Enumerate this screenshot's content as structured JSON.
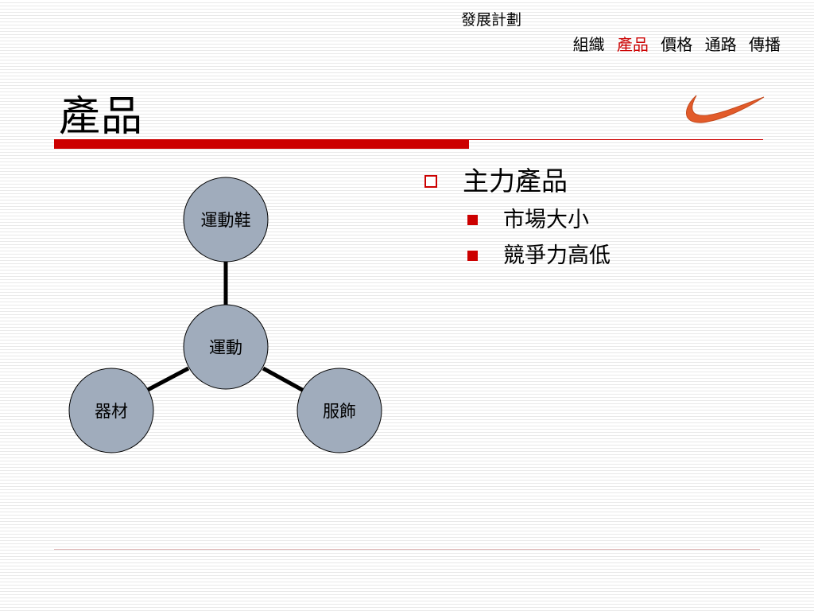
{
  "header": {
    "plan_title": "發展計劃",
    "nav": [
      {
        "label": "組織",
        "active": false
      },
      {
        "label": "產品",
        "active": true
      },
      {
        "label": "價格",
        "active": false
      },
      {
        "label": "通路",
        "active": false
      },
      {
        "label": "傳播",
        "active": false
      }
    ]
  },
  "slide": {
    "title": "產品"
  },
  "diagram": {
    "center": "運動",
    "top": "運動鞋",
    "left": "器材",
    "right": "服飾"
  },
  "bullets": {
    "main": "主力產品",
    "sub": [
      "市場大小",
      "競爭力高低"
    ]
  },
  "colors": {
    "accent": "#cc0000",
    "node_fill": "#a0acbc",
    "logo": "#e25b2a"
  }
}
